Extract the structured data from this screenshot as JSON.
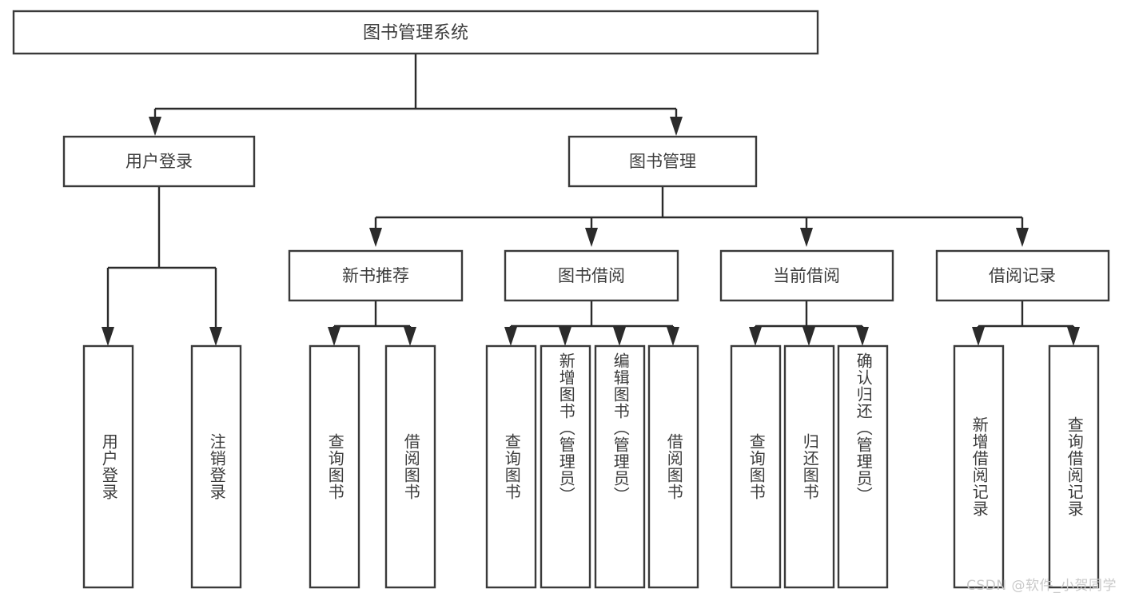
{
  "diagram": {
    "type": "tree-hierarchy-chart",
    "title": "图书管理系统",
    "background_color": "#ffffff",
    "box_stroke_color": "#3a3a3a",
    "connector_color": "#2b2b2b",
    "text_color": "#3c3c3c"
  },
  "root": {
    "label": "图书管理系统"
  },
  "level2": [
    {
      "label": "用户登录"
    },
    {
      "label": "图书管理"
    }
  ],
  "level3": [
    {
      "label": "新书推荐"
    },
    {
      "label": "图书借阅"
    },
    {
      "label": "当前借阅"
    },
    {
      "label": "借阅记录"
    }
  ],
  "leaves": {
    "user_login": [
      {
        "label": "用户登录"
      },
      {
        "label": "注销登录"
      }
    ],
    "new_book_recommend": [
      {
        "label": "查询图书"
      },
      {
        "label": "借阅图书"
      }
    ],
    "book_borrow": [
      {
        "label": "查询图书"
      },
      {
        "label": "新增图书（管理员）"
      },
      {
        "label": "编辑图书（管理员）"
      },
      {
        "label": "借阅图书"
      }
    ],
    "current_borrow": [
      {
        "label": "查询图书"
      },
      {
        "label": "归还图书"
      },
      {
        "label": "确认归还（管理员）"
      }
    ],
    "borrow_record": [
      {
        "label": "新增借阅记录"
      },
      {
        "label": "查询借阅记录"
      }
    ]
  },
  "watermark": {
    "text": "CSDN @软件_小贺同学"
  }
}
